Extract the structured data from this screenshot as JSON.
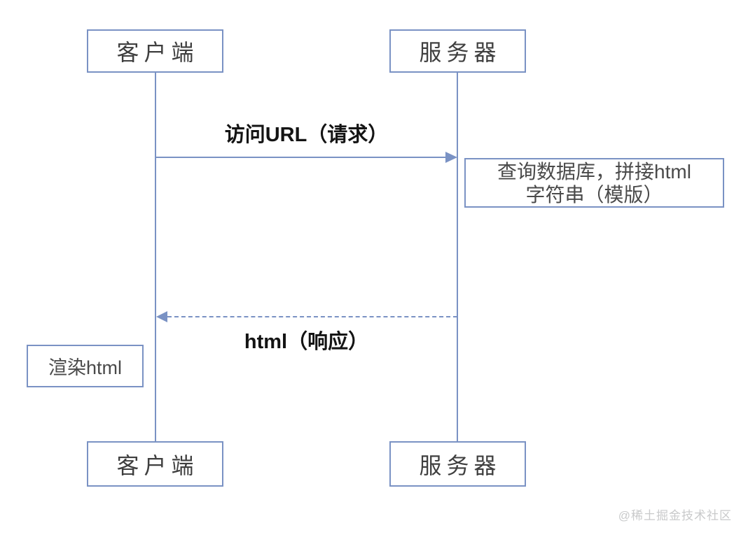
{
  "diagram": {
    "actors": {
      "client_top": "客户端",
      "server_top": "服务器",
      "client_bottom": "客户端",
      "server_bottom": "服务器"
    },
    "messages": {
      "request_label": "访问URL（请求）",
      "response_label": "html（响应）"
    },
    "notes": {
      "server_note_line1": "查询数据库，拼接html",
      "server_note_line2": "字符串（模版）",
      "client_note": "渲染html"
    },
    "watermark": "@稀土掘金技术社区",
    "colors": {
      "line_blue": "#7A92C4",
      "actor_text": "#3F3F3F",
      "message_text": "#141414",
      "note_text": "#4A4A4A",
      "watermark_gray": "#C9CACB"
    }
  }
}
